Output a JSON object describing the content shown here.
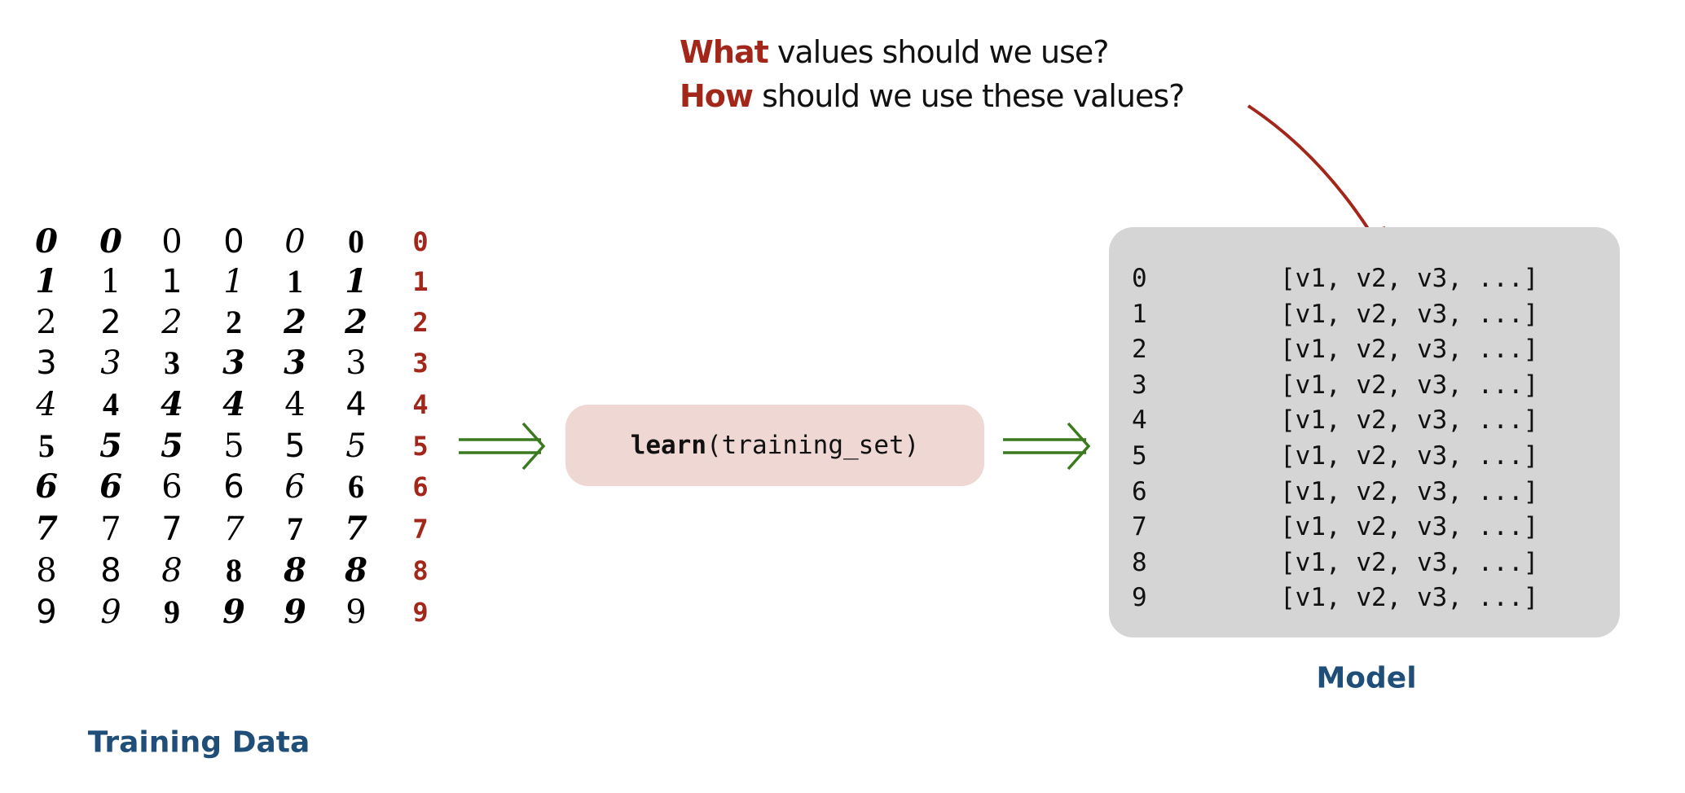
{
  "question": {
    "line1_keyword": "What",
    "line1_rest": " values should we use?",
    "line2_keyword": "How",
    "line2_rest": " should we use these values?"
  },
  "training_data": {
    "caption": "Training Data",
    "rows": [
      {
        "label": "0",
        "samples": [
          "0",
          "0",
          "0",
          "0",
          "0",
          "0"
        ]
      },
      {
        "label": "1",
        "samples": [
          "1",
          "1",
          "1",
          "1",
          "1",
          "1"
        ]
      },
      {
        "label": "2",
        "samples": [
          "2",
          "2",
          "2",
          "2",
          "2",
          "2"
        ]
      },
      {
        "label": "3",
        "samples": [
          "3",
          "3",
          "3",
          "3",
          "3",
          "3"
        ]
      },
      {
        "label": "4",
        "samples": [
          "4",
          "4",
          "4",
          "4",
          "4",
          "4"
        ]
      },
      {
        "label": "5",
        "samples": [
          "5",
          "5",
          "5",
          "5",
          "5",
          "5"
        ]
      },
      {
        "label": "6",
        "samples": [
          "6",
          "6",
          "6",
          "6",
          "6",
          "6"
        ]
      },
      {
        "label": "7",
        "samples": [
          "7",
          "7",
          "7",
          "7",
          "7",
          "7"
        ]
      },
      {
        "label": "8",
        "samples": [
          "8",
          "8",
          "8",
          "8",
          "8",
          "8"
        ]
      },
      {
        "label": "9",
        "samples": [
          "9",
          "9",
          "9",
          "9",
          "9",
          "9"
        ]
      }
    ]
  },
  "learn": {
    "func": "learn",
    "args": "(training_set)"
  },
  "model": {
    "caption": "Model",
    "rows": [
      {
        "key": "0",
        "value": "[v1, v2, v3, ...]"
      },
      {
        "key": "1",
        "value": "[v1, v2, v3, ...]"
      },
      {
        "key": "2",
        "value": "[v1, v2, v3, ...]"
      },
      {
        "key": "3",
        "value": "[v1, v2, v3, ...]"
      },
      {
        "key": "4",
        "value": "[v1, v2, v3, ...]"
      },
      {
        "key": "5",
        "value": "[v1, v2, v3, ...]"
      },
      {
        "key": "6",
        "value": "[v1, v2, v3, ...]"
      },
      {
        "key": "7",
        "value": "[v1, v2, v3, ...]"
      },
      {
        "key": "8",
        "value": "[v1, v2, v3, ...]"
      },
      {
        "key": "9",
        "value": "[v1, v2, v3, ...]"
      }
    ]
  },
  "colors": {
    "accent_red": "#a3261a",
    "arrow_green": "#3b7a1e",
    "caption_blue": "#1f4e79",
    "learn_bg": "#efd7d3",
    "model_bg": "#d5d5d5"
  }
}
